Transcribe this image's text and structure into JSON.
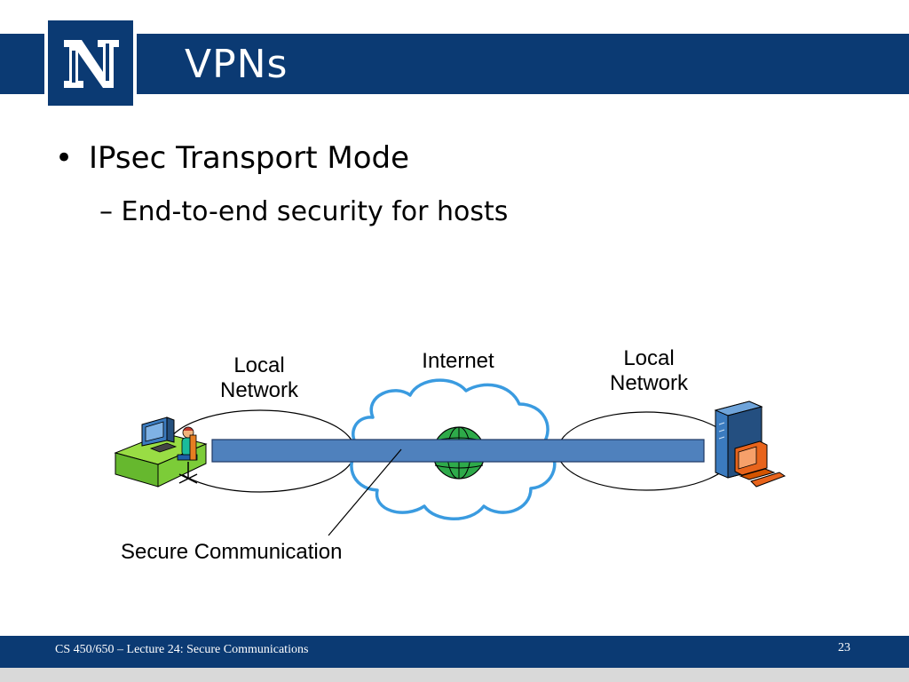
{
  "slide": {
    "title": "VPNs",
    "bullets": [
      {
        "text": "IPsec Transport Mode",
        "bullet": "•"
      },
      {
        "text": "End-to-end security for hosts",
        "bullet": "–"
      }
    ]
  },
  "diagram": {
    "left_label_line1": "Local",
    "left_label_line2": "Network",
    "center_label": "Internet",
    "right_label_line1": "Local",
    "right_label_line2": "Network",
    "tunnel_label": "Secure Communication",
    "icons": [
      "logo-n-icon",
      "workstation-user-icon",
      "globe-icon",
      "cloud-icon",
      "server-tower-icon",
      "desktop-computer-icon"
    ]
  },
  "footer": {
    "course": "CS 450/650 – Lecture 24: Secure Communications",
    "page": "23"
  },
  "colors": {
    "header_blue": "#0b3a73",
    "tunnel_blue": "#4f81bd",
    "cloud_outline": "#3a9be0",
    "globe_green": "#2eaa4a"
  }
}
